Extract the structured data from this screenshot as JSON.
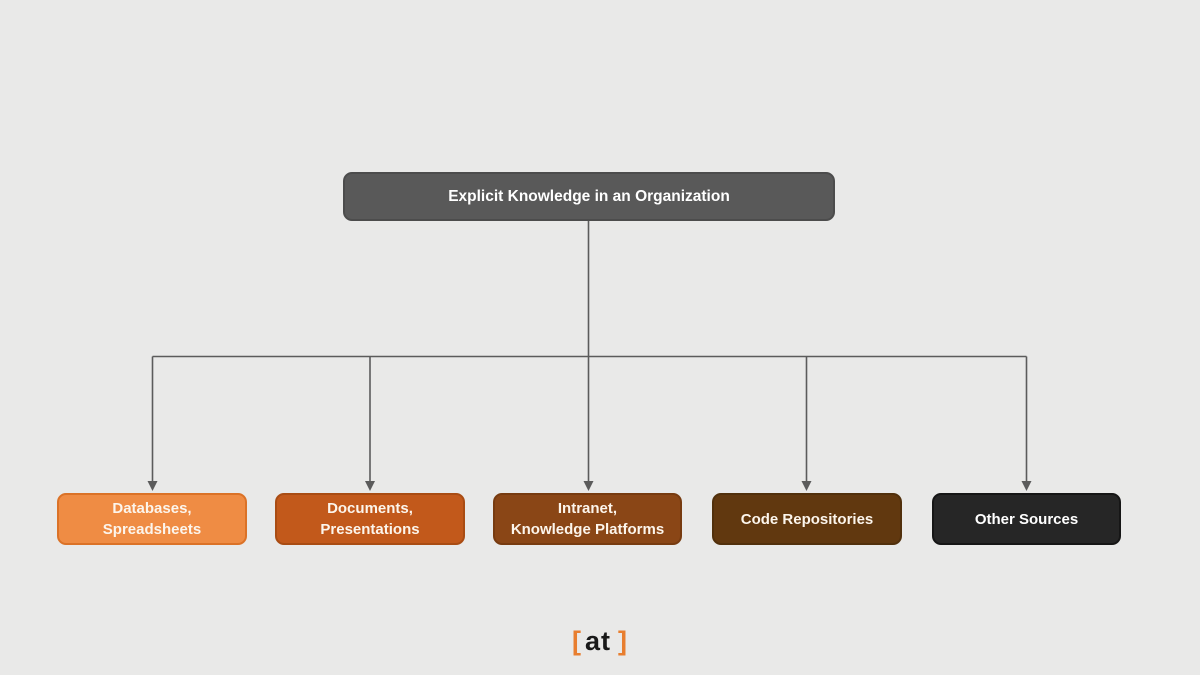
{
  "background_color": "#E9E9E8",
  "connector_color": "#5B5B5B",
  "diagram": {
    "root": {
      "label": "Explicit Knowledge in an Organization",
      "fill": "#595959",
      "border": "#4C4C4C",
      "text_color": "#FFFFFF"
    },
    "children": [
      {
        "label": "Databases,\nSpreadsheets",
        "fill": "#EF8C44",
        "border": "#DB7227",
        "text_color": "#FCF5EC"
      },
      {
        "label": "Documents,\nPresentations",
        "fill": "#C2591B",
        "border": "#A94C13",
        "text_color": "#FCF5EC"
      },
      {
        "label": "Intranet,\nKnowledge Platforms",
        "fill": "#8A4616",
        "border": "#773B10",
        "text_color": "#FCF5EC"
      },
      {
        "label": "Code Repositories",
        "fill": "#61380F",
        "border": "#51300C",
        "text_color": "#FCF5EC"
      },
      {
        "label": "Other Sources",
        "fill": "#262626",
        "border": "#161616",
        "text_color": "#FFFFFF"
      }
    ]
  },
  "logo": {
    "open_bracket": "[",
    "text": "at",
    "close_bracket": "]",
    "bracket_color": "#E87E2F",
    "text_color": "#191919"
  }
}
